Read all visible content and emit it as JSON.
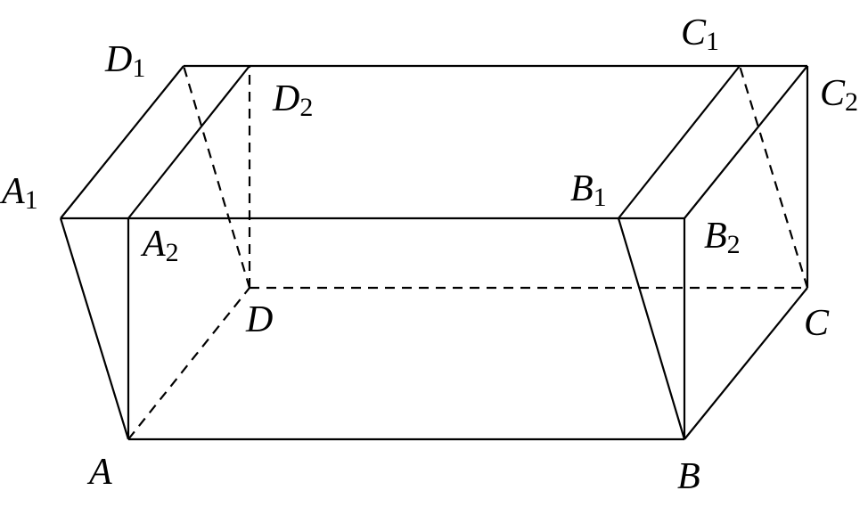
{
  "diagram": {
    "labels": {
      "A": {
        "letter": "A",
        "sub": ""
      },
      "B": {
        "letter": "B",
        "sub": ""
      },
      "C": {
        "letter": "C",
        "sub": ""
      },
      "D": {
        "letter": "D",
        "sub": ""
      },
      "A1": {
        "letter": "A",
        "sub": "1"
      },
      "B1": {
        "letter": "B",
        "sub": "1"
      },
      "C1": {
        "letter": "C",
        "sub": "1"
      },
      "D1": {
        "letter": "D",
        "sub": "1"
      },
      "A2": {
        "letter": "A",
        "sub": "2"
      },
      "B2": {
        "letter": "B",
        "sub": "2"
      },
      "C2": {
        "letter": "C",
        "sub": "2"
      },
      "D2": {
        "letter": "D",
        "sub": "2"
      }
    },
    "line_color": "#000000"
  }
}
